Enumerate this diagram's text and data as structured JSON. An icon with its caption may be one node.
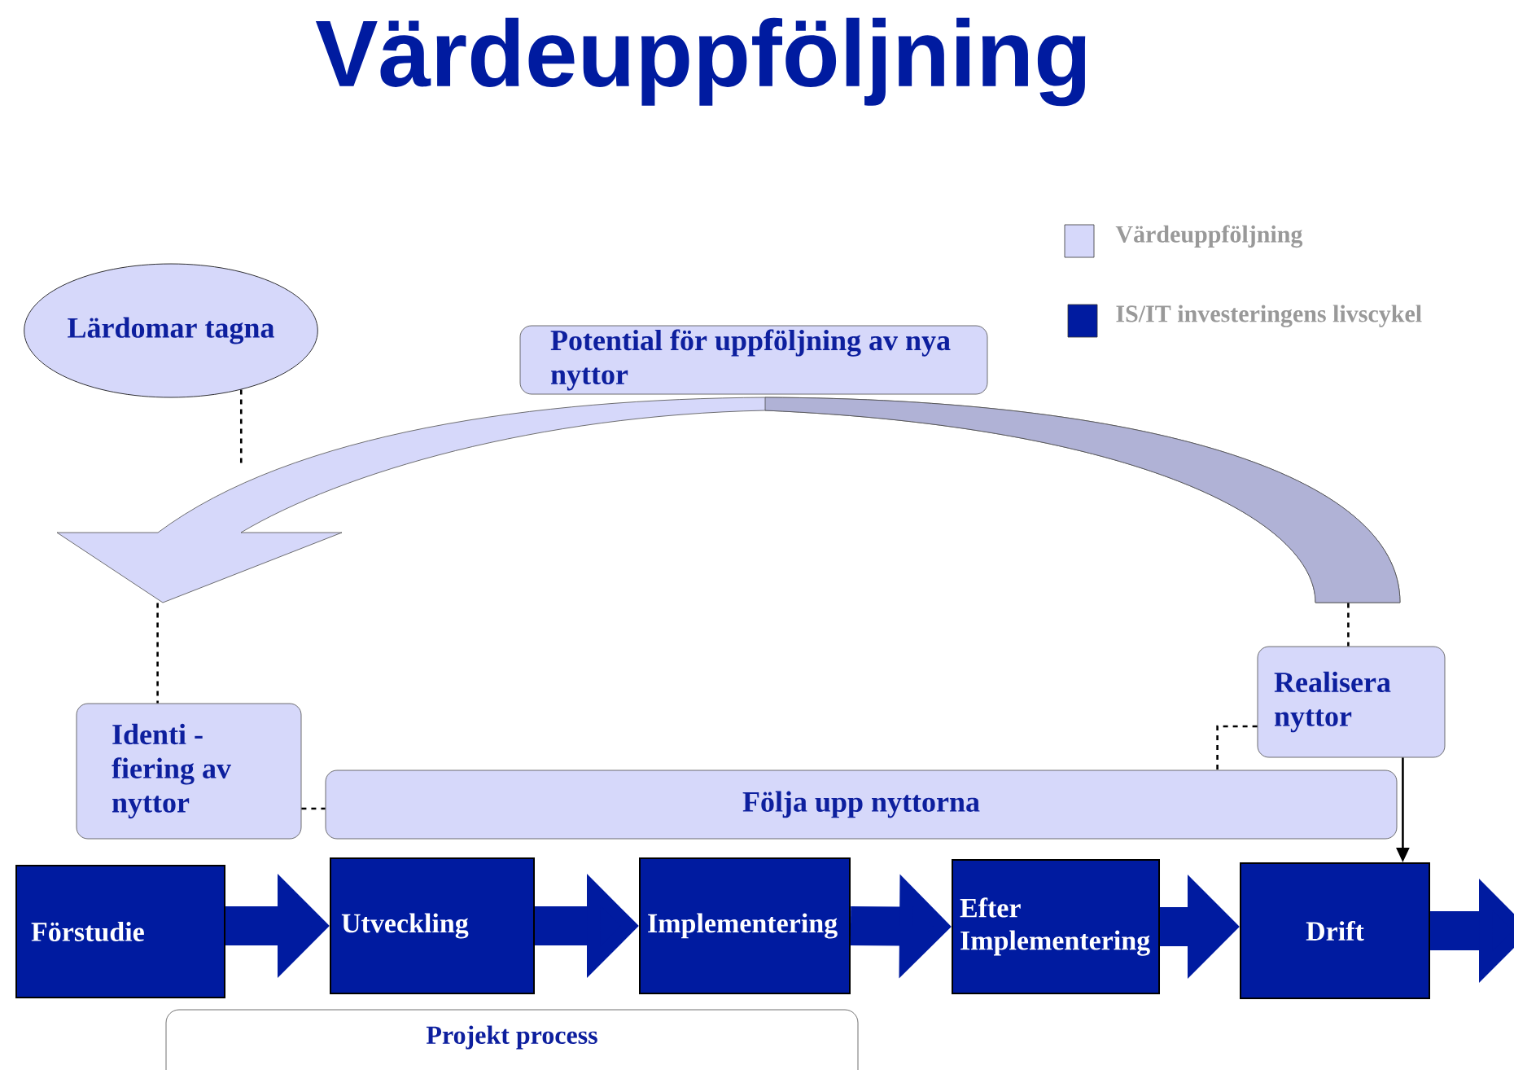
{
  "diagram": {
    "title": "Värdeuppföljning",
    "nodes": [
      {
        "text": [
          "Lärdomar tagna"
        ]
      },
      {
        "text": [
          "Potential för uppföljning av nya nyttor"
        ]
      },
      {
        "text": [],
        "shape": "arrow"
      },
      {
        "text": [
          "Realisera nyttor"
        ]
      },
      {
        "text": [
          "Identi - fiering av nyttor"
        ]
      },
      {
        "text": [
          "Följa upp nyttorna"
        ]
      },
      {
        "text": [
          "Förstudie"
        ]
      },
      {
        "text": [
          "Utveckling"
        ]
      },
      {
        "text": [
          "Implementering"
        ]
      },
      {
        "text": [
          "Efter Implementering"
        ]
      },
      {
        "text": [
          "Drift"
        ]
      },
      {
        "text": [
          "Projekt process"
        ]
      }
    ],
    "edges": [
      {
        "from": 0,
        "to": 2,
        "arrow": "none",
        "style": "dashed"
      },
      {
        "from": 2,
        "to": 4,
        "arrow": "none",
        "style": "dashed"
      },
      {
        "from": 2,
        "to": 3,
        "arrow": "none",
        "style": "dashed"
      },
      {
        "from": 3,
        "to": 5,
        "arrow": "none",
        "style": "dashed"
      },
      {
        "from": 4,
        "to": 5,
        "arrow": "none",
        "style": "dashed"
      },
      {
        "from": 3,
        "to": 10,
        "arrow": "to"
      },
      {
        "from": 6,
        "to": 7,
        "arrow": "to",
        "style": "thick",
        "color": "#001ba0"
      },
      {
        "from": 7,
        "to": 8,
        "arrow": "to",
        "style": "thick",
        "color": "#001ba0"
      },
      {
        "from": 8,
        "to": 9,
        "arrow": "to",
        "style": "thick",
        "color": "#001ba0"
      },
      {
        "from": 9,
        "to": 10,
        "arrow": "to",
        "style": "thick",
        "color": "#001ba0"
      },
      {
        "from": 10,
        "to": null,
        "arrow": "to",
        "style": "thick",
        "color": "#001ba0"
      }
    ],
    "legend": [
      {
        "text": "Värdeuppföljning",
        "color": "#d6d8fa"
      },
      {
        "text": "IS/IT investeringens livscykel",
        "color": "#001ba0"
      }
    ]
  }
}
